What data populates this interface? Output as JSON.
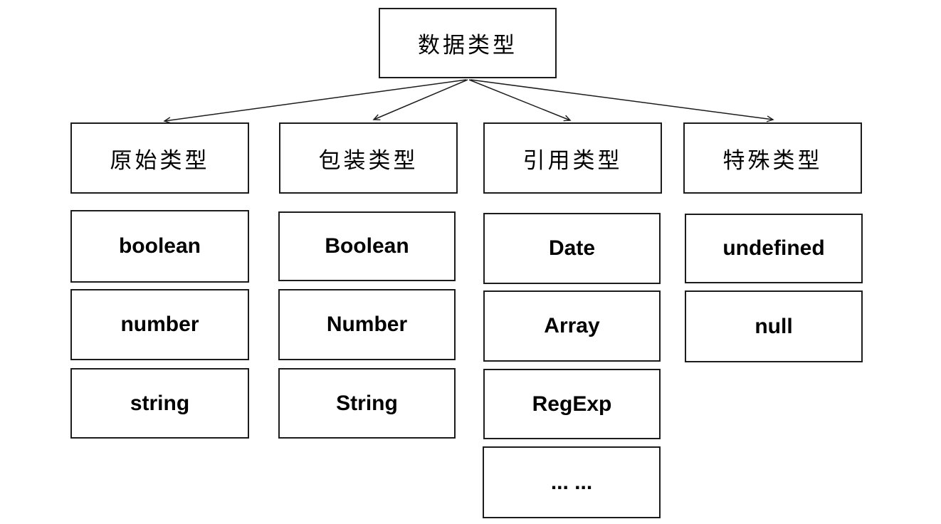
{
  "diagram": {
    "title_node": {
      "label": "数据类型"
    },
    "columns": [
      {
        "header": {
          "label": "原始类型"
        },
        "items": [
          {
            "label": "boolean"
          },
          {
            "label": "number"
          },
          {
            "label": "string"
          }
        ]
      },
      {
        "header": {
          "label": "包装类型"
        },
        "items": [
          {
            "label": "Boolean"
          },
          {
            "label": "Number"
          },
          {
            "label": "String"
          }
        ]
      },
      {
        "header": {
          "label": "引用类型"
        },
        "items": [
          {
            "label": "Date"
          },
          {
            "label": "Array"
          },
          {
            "label": "RegExp"
          },
          {
            "label": "... ..."
          }
        ]
      },
      {
        "header": {
          "label": "特殊类型"
        },
        "items": [
          {
            "label": "undefined"
          },
          {
            "label": "null"
          }
        ]
      }
    ],
    "colors": {
      "border": "#1c1c1c",
      "arrow": "#1c1c1c",
      "background": "#ffffff",
      "text": "#000000"
    }
  }
}
